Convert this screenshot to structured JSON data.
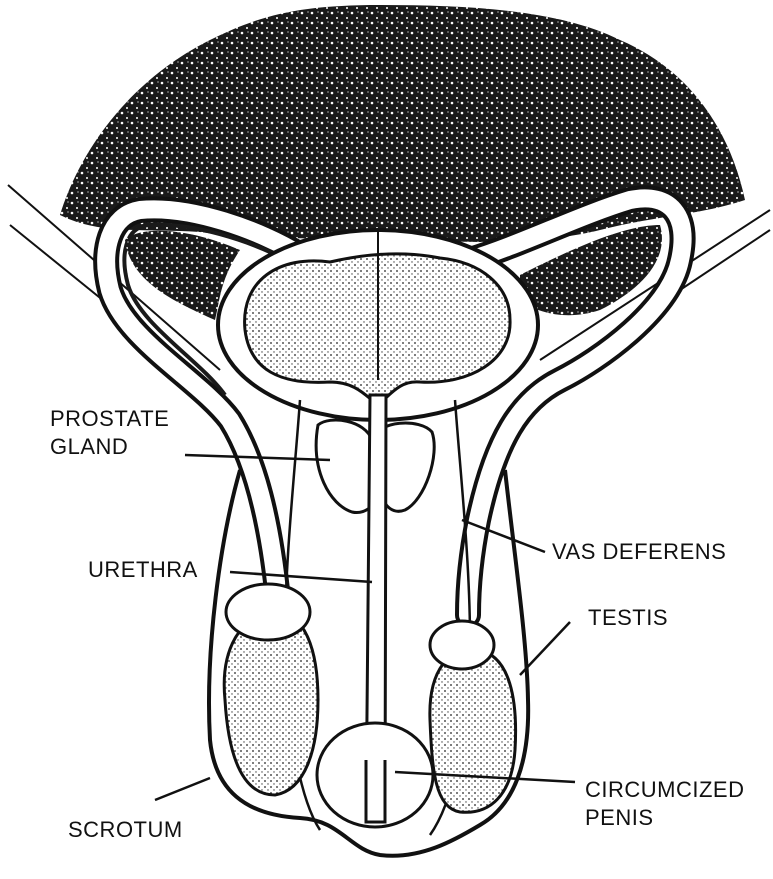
{
  "labels": {
    "prostate": [
      "PROSTATE",
      "GLAND"
    ],
    "urethra": "URETHRA",
    "vas_deferens": "VAS DEFERENS",
    "testis": "TESTIS",
    "circumcized_penis": [
      "CIRCUMCIZED",
      "PENIS"
    ],
    "scrotum": "SCROTUM"
  },
  "colors": {
    "ink": "#111111",
    "hair": "#1a1a1a",
    "fill_light": "#f2f2f2",
    "background": "#ffffff"
  }
}
